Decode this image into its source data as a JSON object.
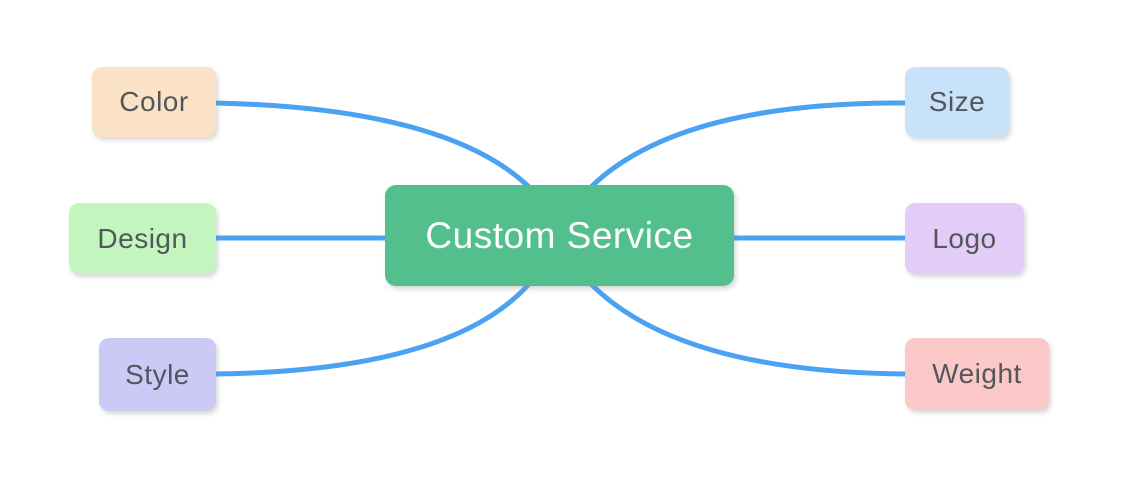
{
  "diagram": {
    "type": "mindmap",
    "background_color": "#ffffff",
    "connector_color": "#4BA2F2",
    "branch_text_color": "#53575C",
    "center": {
      "label": "Custom Service",
      "bg_color": "#52BF8D",
      "text_color": "#FFFFFF"
    },
    "left_branches": [
      {
        "label": "Color",
        "bg_color": "#FBE2C7"
      },
      {
        "label": "Design",
        "bg_color": "#C2F6BE"
      },
      {
        "label": "Style",
        "bg_color": "#CBC9F6"
      }
    ],
    "right_branches": [
      {
        "label": "Size",
        "bg_color": "#C8E2F9"
      },
      {
        "label": "Logo",
        "bg_color": "#E3CDF8"
      },
      {
        "label": "Weight",
        "bg_color": "#FBC8C8"
      }
    ]
  }
}
